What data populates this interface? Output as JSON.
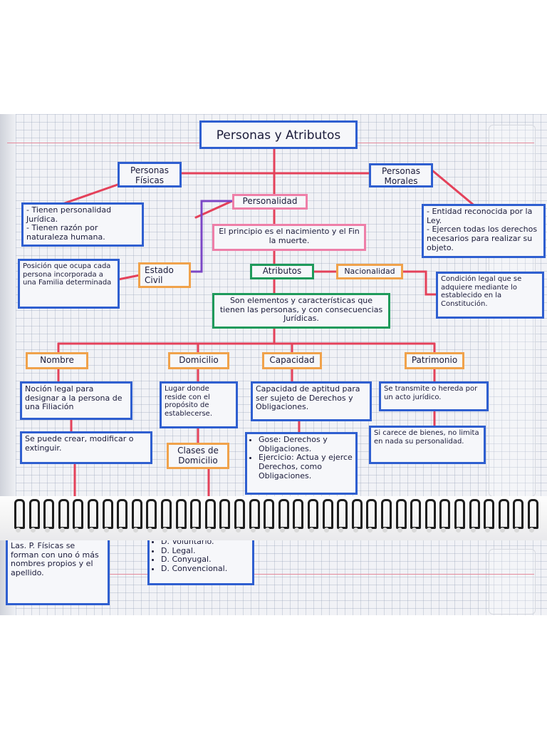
{
  "colors": {
    "blue": "#2f5fd0",
    "orange": "#f0a24b",
    "pink": "#ee7fa8",
    "green": "#1f9a5b",
    "red_line": "#e4415a",
    "purple_line": "#7b46c6"
  },
  "title": "Personas y Atributos",
  "fisicas": {
    "label": "Personas Físicas",
    "desc": [
      "- Tienen personalidad Jurídica.",
      "- Tienen razón por naturaleza humana."
    ]
  },
  "morales": {
    "label": "Personas Morales",
    "desc": [
      "- Entidad reconocida por la Ley.",
      "- Ejercen todas los derechos necesarios para realizar su objeto."
    ]
  },
  "personalidad": {
    "label": "Personalidad",
    "desc": "El principio es el nacimiento y el Fin la muerte."
  },
  "estado_civil": {
    "label": "Estado Civil",
    "desc": "Posición que ocupa cada persona incorporada a una Familia determinada"
  },
  "atributos": {
    "label": "Atributos",
    "desc": "Son elementos y características que tienen las personas, y con consecuencias Jurídicas."
  },
  "nacionalidad": {
    "label": "Nacionalidad",
    "desc": "Condición legal que se adquiere mediante lo establecido en la Constitución."
  },
  "nombre": {
    "label": "Nombre",
    "desc1": "Noción legal para designar a la persona de una Filiación",
    "desc2": "Se puede crear, modificar o extinguir.",
    "desc3": "Las. P. Físicas se forman con uno ó más nombres propios y el apellido."
  },
  "domicilio": {
    "label": "Domicilio",
    "desc": "Lugar donde reside con el propósito de establecerse.",
    "clases_label": "Clases de Domicilio",
    "clases": [
      "D. Voluntario.",
      "D. Legal.",
      "D. Conyugal.",
      "D. Convencional."
    ]
  },
  "capacidad": {
    "label": "Capacidad",
    "desc": "Capacidad de aptitud para ser sujeto de Derechos y Obligaciones.",
    "items": [
      "Gose: Derechos y Obligaciones.",
      "Ejercicio: Actua y ejerce Derechos, como Obligaciones."
    ]
  },
  "patrimonio": {
    "label": "Patrimonio",
    "desc1": "Se transmite o hereda por un acto jurídico.",
    "desc2": "Si carece de bienes, no limita en nada su personalidad."
  }
}
